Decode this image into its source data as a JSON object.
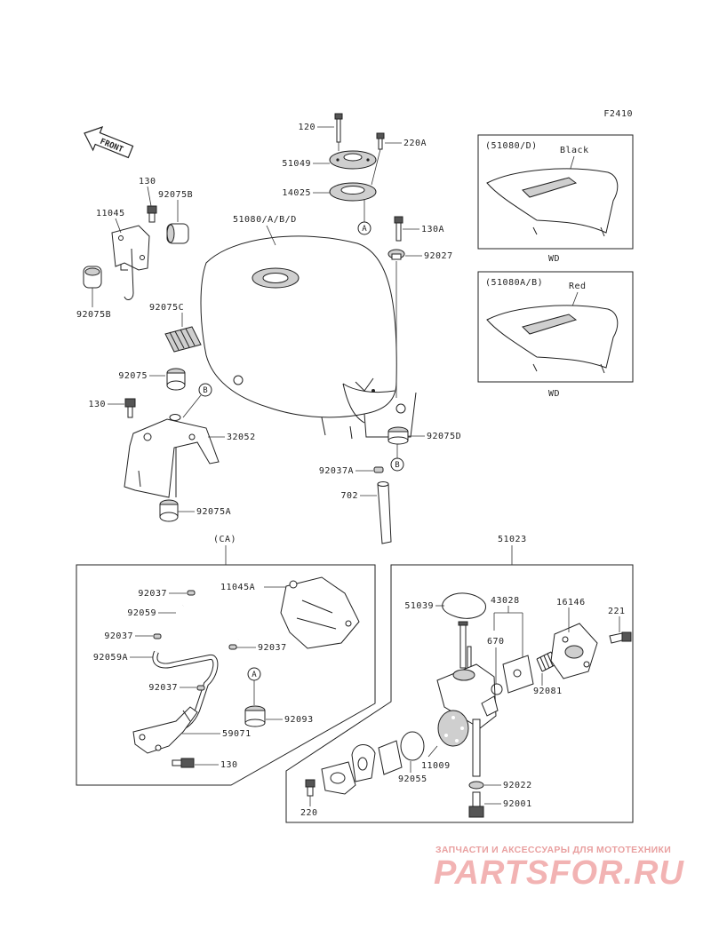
{
  "figure_code": "F2410",
  "front_arrow": {
    "text": "FRONT"
  },
  "callouts": {
    "c1": "120",
    "c2": "220A",
    "c3": "51049",
    "c4": "14025",
    "c5": "A",
    "c6": "130A",
    "c7": "92027",
    "c8": "51080/A/B/D",
    "c9": "130",
    "c10": "92075B",
    "c11": "11045",
    "c12": "92075B",
    "c13": "92075C",
    "c14": "92075",
    "c15": "B",
    "c16": "130",
    "c17": "32052",
    "c18": "92075A",
    "c19": "92075D",
    "c20": "92037A",
    "c21": "B",
    "c22": "702"
  },
  "insets": {
    "black": {
      "title": "(51080/D)",
      "color": "Black",
      "market": "WD"
    },
    "red": {
      "title": "(51080A/B)",
      "color": "Red",
      "market": "WD"
    }
  },
  "ca_group": {
    "title": "(CA)",
    "labels": {
      "l1": "92037",
      "l2": "11045A",
      "l3": "92059",
      "l4": "92037",
      "l5": "92037",
      "l6": "92059A",
      "l7": "A",
      "l8": "92037",
      "l9": "92093",
      "l10": "59071",
      "l11": "130"
    }
  },
  "cock_group": {
    "title": "51023",
    "labels": {
      "l1": "51039",
      "l2": "43028",
      "l3": "16146",
      "l4": "221",
      "l5": "670",
      "l6": "92081",
      "l7": "11009",
      "l8": "92055",
      "l9": "92022",
      "l10": "92001",
      "l11": "220"
    }
  },
  "watermark": {
    "tagline": "ЗАПЧАСТИ И АКСЕССУАРЫ ДЛЯ МОТОТЕХНИКИ",
    "logo": "PARTSFOR.RU"
  }
}
